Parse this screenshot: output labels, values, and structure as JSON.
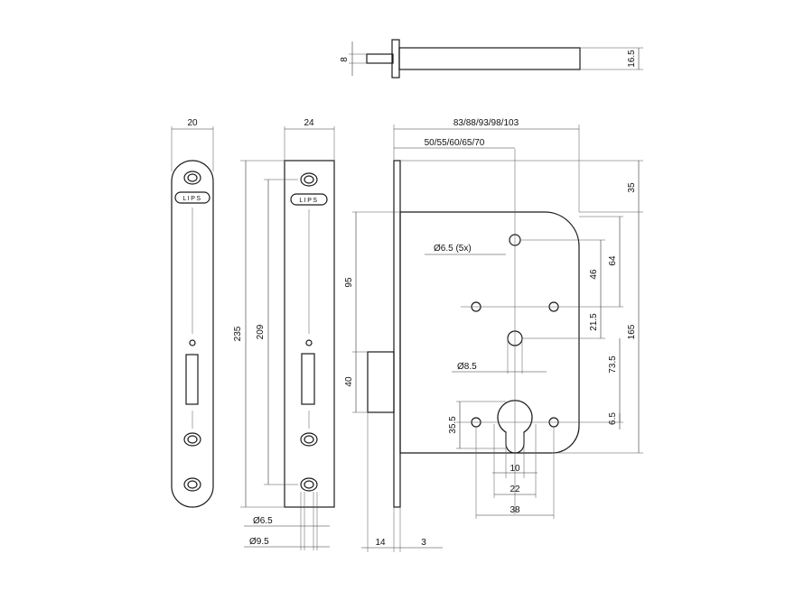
{
  "drawing": {
    "spindle": {
      "small_diameter": "8",
      "large_diameter": "16.5"
    },
    "strike_plate": {
      "width": "20",
      "logo": "LIPS"
    },
    "forend": {
      "width": "24",
      "logo": "LIPS",
      "overall_height": "235",
      "fixing_pitch": "209",
      "hole_small": "Ø6.5",
      "hole_large": "Ø9.5"
    },
    "lock_case": {
      "forend_length": "83/88/93/98/103",
      "backset": "50/55/60/65/70",
      "top_offset": "35",
      "fixing_holes": "Ø6.5 (5x)",
      "follower_hole": "Ø8.5",
      "height_to_latch": "95",
      "latch_height": "40",
      "dim_46": "46",
      "dim_64": "64",
      "dim_21_5": "21.5",
      "dim_73_5": "73.5",
      "case_height": "165",
      "dim_35_5": "35.5",
      "dim_6_5": "6.5",
      "cylinder_10": "10",
      "cylinder_22": "22",
      "cylinder_38": "38",
      "latch_projection": "14",
      "forend_thickness": "3"
    }
  }
}
